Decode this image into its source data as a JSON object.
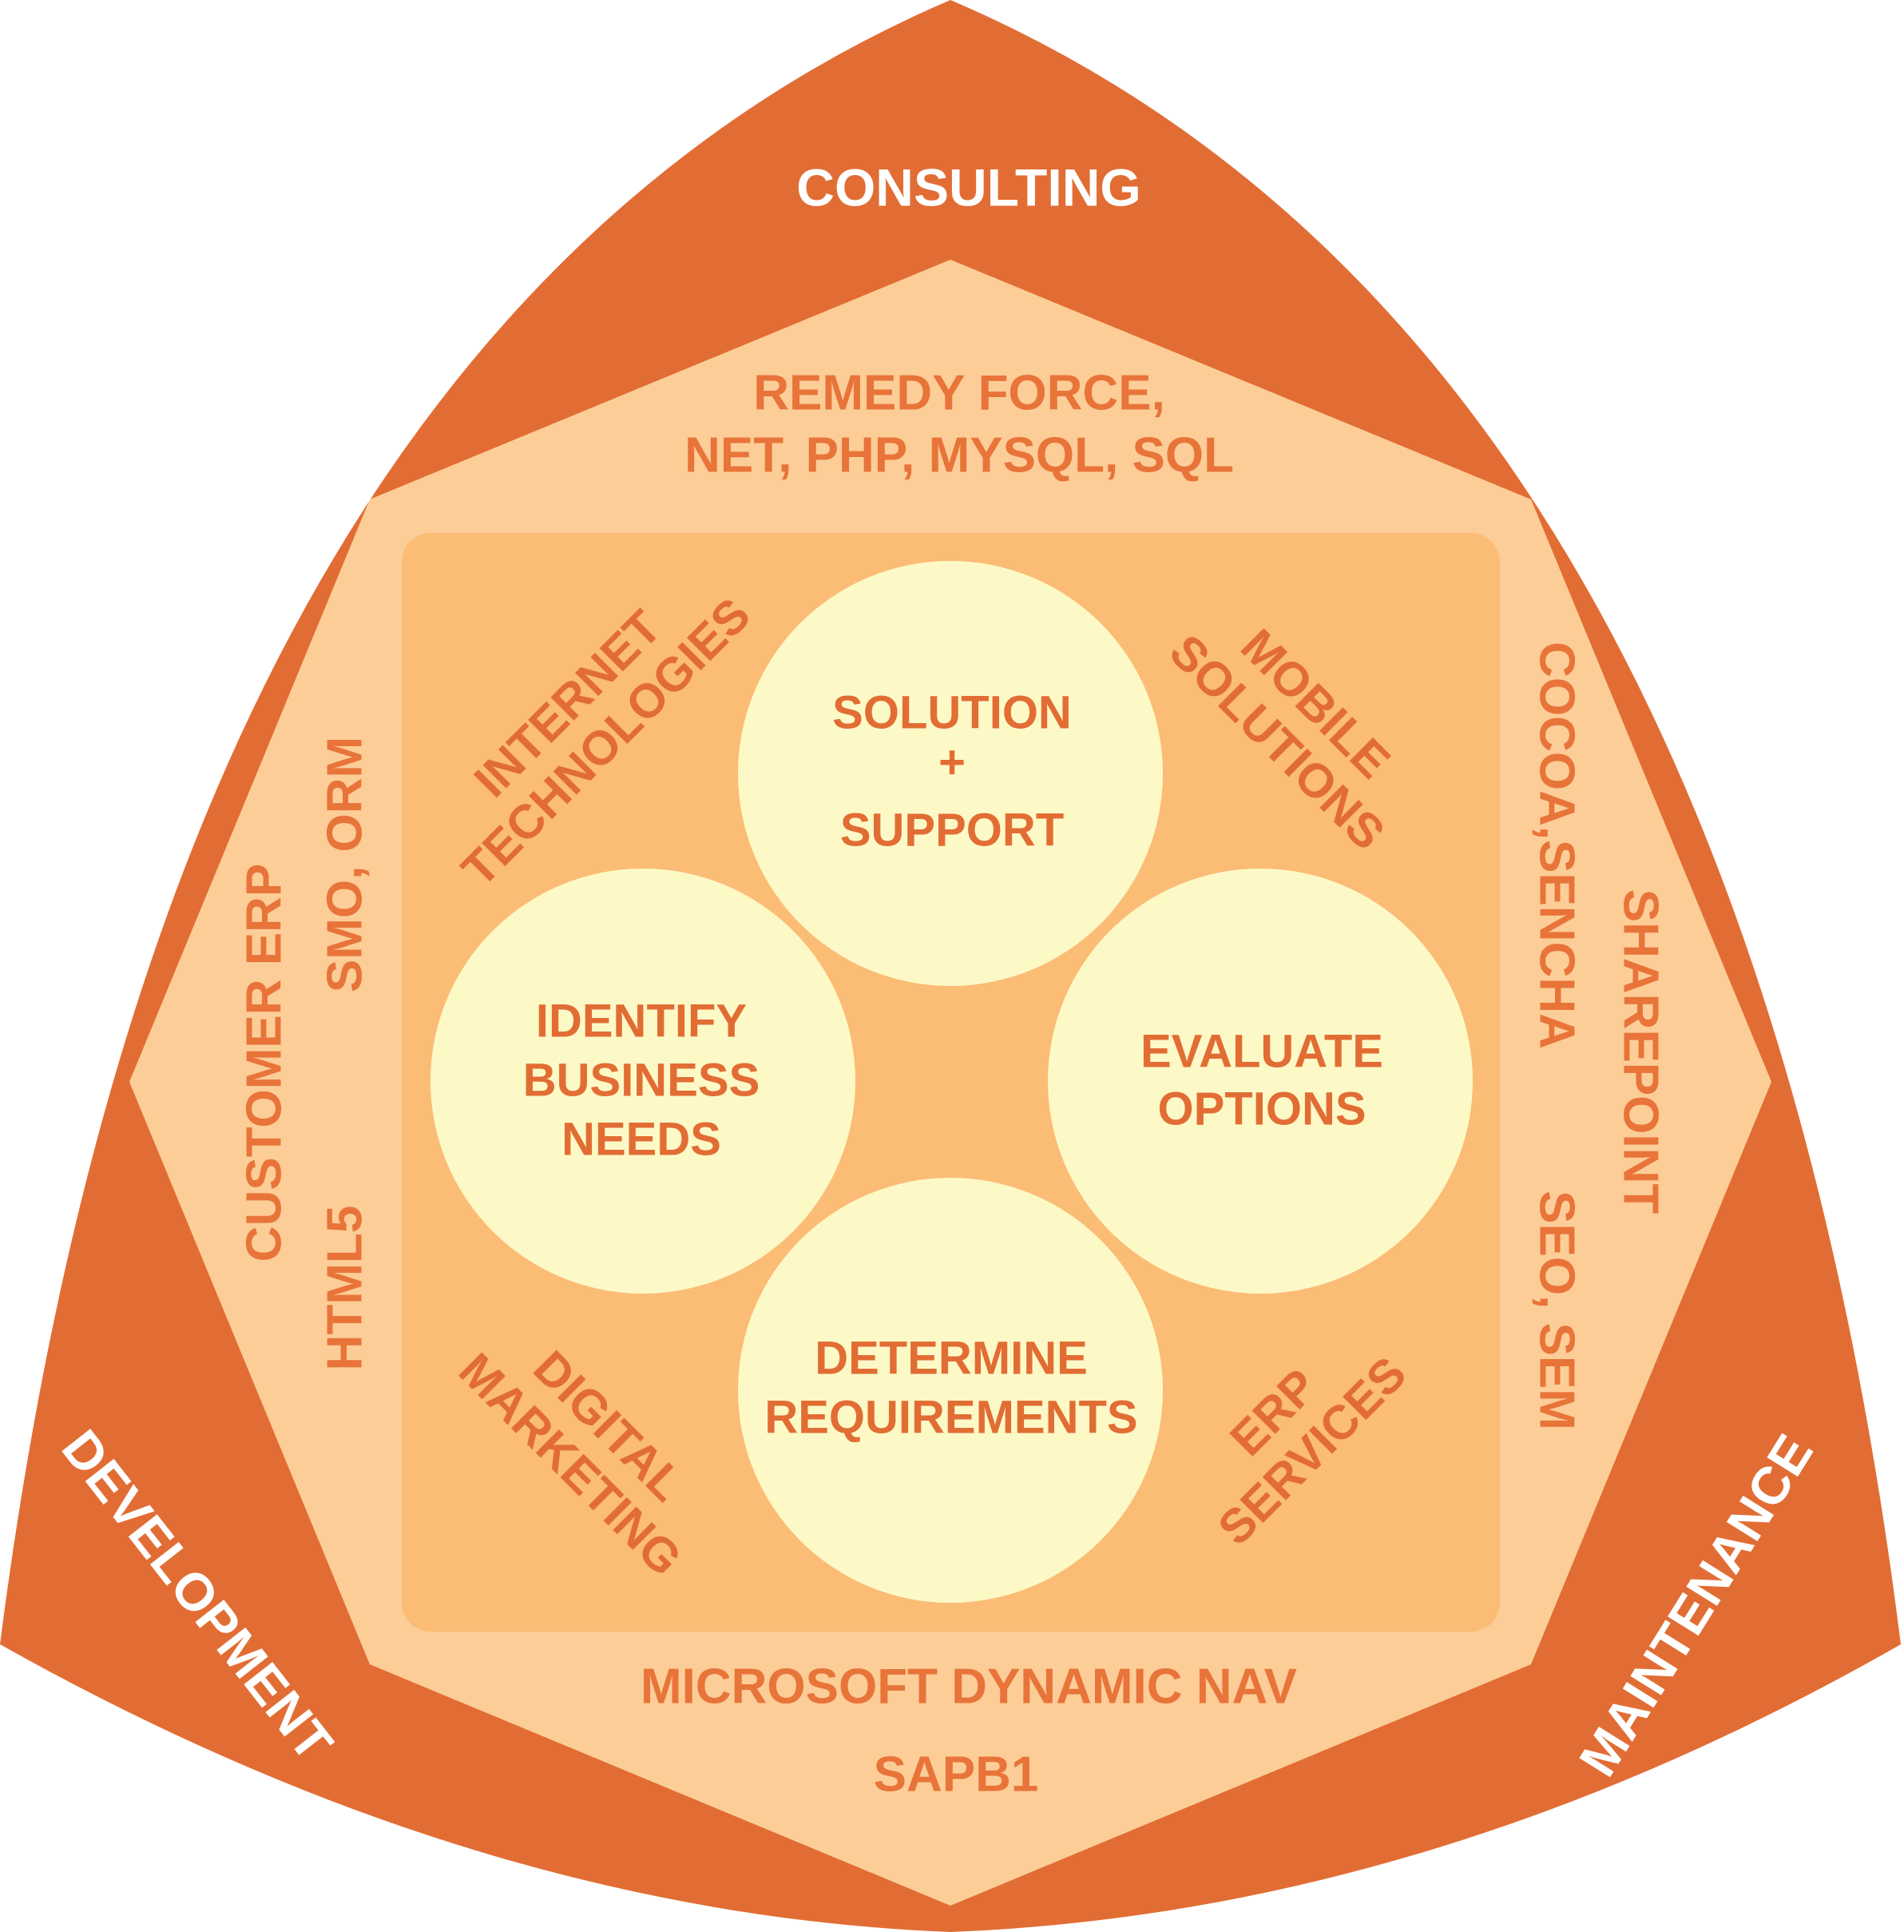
{
  "outer_ring": {
    "top": "CONSULTING",
    "left": "DEVELOPMENT",
    "right": "MAINTENANCE"
  },
  "technology_ring": {
    "top_line1": "REMEDY FORCE,",
    "top_line2": "NET, PHP, MYSQL, SQL",
    "bottom_line1": "MICROSOFT DYNAMIC NAV",
    "bottom_line2": "SAPB1",
    "left_outer": "CUSTOMER ERP",
    "left_inner_top": "SMO, ORM",
    "left_inner_bottom": "HTML5",
    "right_inner_top": "COCOA,SENCHA",
    "right_outer": "SHAREPOINT",
    "right_inner_bottom": "SEO, SEM"
  },
  "service_domains": {
    "top_left": [
      "INTERNET",
      "TECHNOLOGIES"
    ],
    "top_right": [
      "MOBILE",
      "SOLUTIONS"
    ],
    "bottom_left": [
      "DIGITAL",
      "MARKETING"
    ],
    "bottom_right": [
      "ERP",
      "SERVICES"
    ]
  },
  "process_steps": {
    "top": [
      "SOLUTION",
      "+",
      "SUPPORT"
    ],
    "left": [
      "IDENTIFY",
      "BUSINESS",
      "NEEDS"
    ],
    "right": [
      "EVALUATE",
      "OPTIONS"
    ],
    "bottom": [
      "DETERMINE",
      "REQUIREMENTS"
    ]
  },
  "colors": {
    "outer": "#e26d34",
    "hexagon": "#fccd97",
    "square": "#fbbc75",
    "circle": "#fdf9c7",
    "text_orange": "#e26d34",
    "text_white": "#ffffff"
  }
}
